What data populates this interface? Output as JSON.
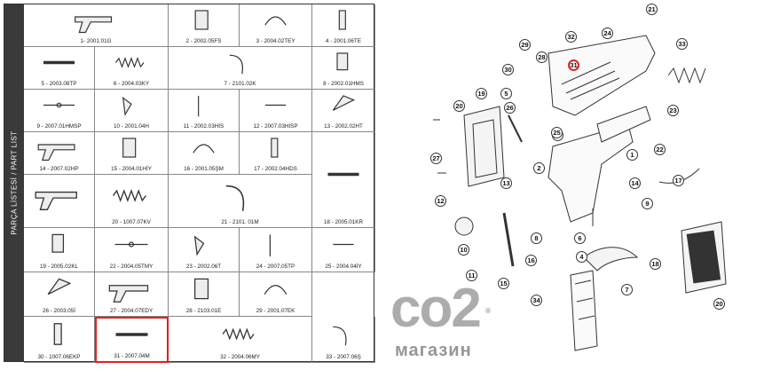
{
  "sidebar_label": "PARÇA LİSTESİ / PART LIST",
  "parts": [
    {
      "label": "1- 2001.01G"
    },
    {
      "label": "2 - 2002.05FS"
    },
    {
      "label": "3 - 2004.02TEY"
    },
    {
      "label": "4 - 2001.06TE"
    },
    {
      "label": "5 - 2003.08TP"
    },
    {
      "label": "6 - 2004.03KY"
    },
    {
      "label": "7 - 2101.02K"
    },
    {
      "label": "8 - 2002.01HMS"
    },
    {
      "label": "9 - 2007.01HMSP"
    },
    {
      "label": "10 - 2001.04H"
    },
    {
      "label": "11 - 2002.03HİS"
    },
    {
      "label": "12 - 2007.03HİSP"
    },
    {
      "label": "13 - 2002.02HT"
    },
    {
      "label": "14 - 2007.02HP"
    },
    {
      "label": "15 - 2004.01HİY"
    },
    {
      "label": "16 - 2001.05ŞM"
    },
    {
      "label": "17 - 2002.04HDS"
    },
    {
      "label": "18 - 2005.01KR"
    },
    {
      "label": "20 - 1007.07KV"
    },
    {
      "label": "21 - 2101. 01M"
    },
    {
      "label": "19 - 2005.02KL"
    },
    {
      "label": "22 - 2004.05TMY"
    },
    {
      "label": "23 - 2002.06T"
    },
    {
      "label": "24 - 2007.05TP"
    },
    {
      "label": "25 - 2004.04İY"
    },
    {
      "label": "26 - 2003.05İ"
    },
    {
      "label": "27 - 2004.07EDY"
    },
    {
      "label": "28 - 2103.01E"
    },
    {
      "label": "29 - 2001.07EK"
    },
    {
      "label": "30 - 1007.06EKP"
    },
    {
      "label": "31 - 2007.04M"
    },
    {
      "label": "32 - 2004.06MY"
    },
    {
      "label": "33 - 2007.06Ş"
    }
  ],
  "callouts": [
    "21",
    "24",
    "32",
    "29",
    "28",
    "31",
    "33",
    "30",
    "19",
    "5",
    "20",
    "26",
    "3",
    "23",
    "25",
    "22",
    "2",
    "1",
    "27",
    "13",
    "14",
    "12",
    "9",
    "17",
    "8",
    "10",
    "6",
    "16",
    "4",
    "11",
    "15",
    "18",
    "7",
    "34",
    "20"
  ],
  "watermark": {
    "big": "co2",
    "small": "магазин",
    "tm": "®"
  }
}
